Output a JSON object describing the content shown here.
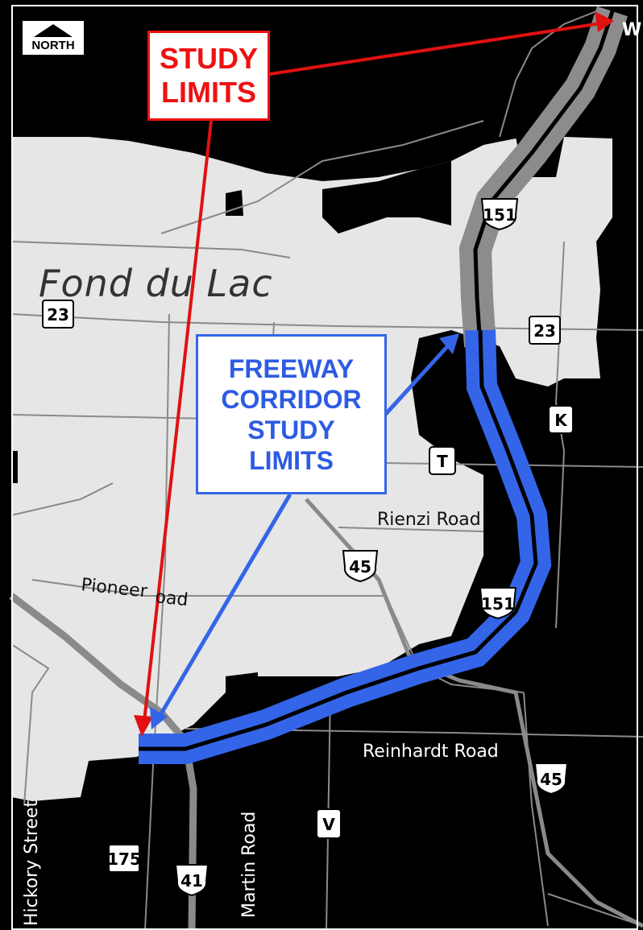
{
  "north": {
    "label": "NORTH"
  },
  "city": {
    "name": "Fond du Lac"
  },
  "callouts": {
    "study_limits": {
      "line1": "STUDY",
      "line2": "LIMITS"
    },
    "freeway_corridor": {
      "line1": "FREEWAY",
      "line2": "CORRIDOR",
      "line3": "STUDY",
      "line4": "LIMITS"
    }
  },
  "edge_label": "WI",
  "roads": {
    "rienzi": "Rienzi Road",
    "pioneer_a": "Pioneer",
    "pioneer_b": "oad",
    "reinhardt": "Reinhardt Road",
    "hickory": "Hickory Street",
    "martin": "Martin Road"
  },
  "shields": {
    "us151_top": "151",
    "us151_mid": "151",
    "wi23_left": "23",
    "wi23_right": "23",
    "us45_mid": "45",
    "us45_bottom": "45",
    "county_k": "K",
    "county_t": "T",
    "county_v": "V",
    "wi175": "175",
    "us41": "41"
  },
  "colors": {
    "background": "#000000",
    "land": "#e6e6e6",
    "road": "#8a8a8a",
    "corridor_blue": "#3465e8",
    "corridor_gray": "#8c8c8c",
    "callout_red": "#e11111",
    "callout_blue": "#2d5be3"
  }
}
